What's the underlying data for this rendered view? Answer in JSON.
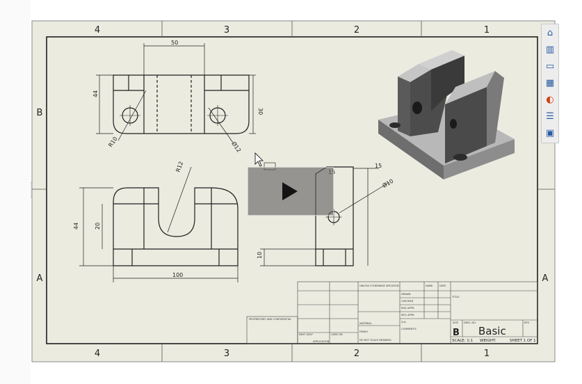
{
  "drawing": {
    "zone_columns": [
      "4",
      "3",
      "2",
      "1"
    ],
    "zone_rows": [
      "B",
      "A"
    ],
    "sheet_color": "#ecebe0",
    "line_color": "#1e1e1e",
    "dimensions": [
      "50",
      "44",
      "30",
      "R10",
      "Ø12",
      "R12",
      "100",
      "44",
      "20",
      "10",
      "15",
      "15",
      "Ø10"
    ],
    "title_block": {
      "size": "B",
      "size_label": "SIZE",
      "dwg_no_label": "DWG. NO.",
      "title": "Basic",
      "rev_label": "REV",
      "scale": "SCALE: 1:1",
      "weight": "WEIGHT:",
      "sheet": "SHEET 1 OF 1",
      "title_label": "TITLE:",
      "unless_header": "UNLESS OTHERWISE SPECIFIED:",
      "name": "NAME",
      "date": "DATE",
      "drawn": "DRAWN",
      "checked": "CHECKED",
      "eng_appr": "ENG APPR.",
      "mfg_appr": "MFG APPR.",
      "qa": "Q.A.",
      "comments": "COMMENTS:",
      "material": "MATERIAL",
      "finish": "FINISH",
      "do_not_scale": "DO NOT SCALE DRAWING",
      "next_assy": "NEXT ASSY",
      "used_on": "USED ON",
      "application": "APPLICATION",
      "proprietary": "PROPRIETARY AND CONFIDENTIAL"
    }
  },
  "task_pane": {
    "icons": [
      "home-icon",
      "parts-library-icon",
      "folder-icon",
      "view-palette-icon",
      "appearances-icon",
      "custom-properties-icon",
      "forum-icon"
    ]
  },
  "video": {
    "control": "play-icon"
  }
}
